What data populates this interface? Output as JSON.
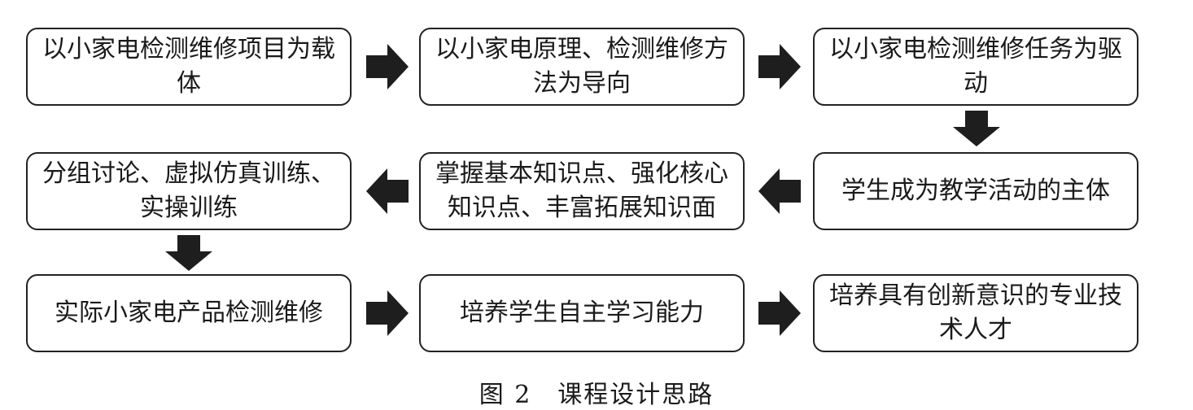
{
  "boxes": [
    {
      "id": "r1c1",
      "text": "以小家电检测维修项目为载体"
    },
    {
      "id": "r1c2",
      "text": "以小家电原理、检测维修方法为导向"
    },
    {
      "id": "r1c3",
      "text": "以小家电检测维修任务为驱动"
    },
    {
      "id": "r2c3",
      "text": "学生成为教学活动的主体"
    },
    {
      "id": "r2c2",
      "text": "掌握基本知识点、强化核心知识点、丰富拓展知识面"
    },
    {
      "id": "r2c1",
      "text": "分组讨论、虚拟仿真训练、实操训练"
    },
    {
      "id": "r3c1",
      "text": "实际小家电产品检测维修"
    },
    {
      "id": "r3c2",
      "text": "培养学生自主学习能力"
    },
    {
      "id": "r3c3",
      "text": "培养具有创新意识的专业技术人才"
    }
  ],
  "caption": "图 2　课程设计思路",
  "colors": {
    "arrow": "#1e1e1e",
    "border": "#222222"
  }
}
